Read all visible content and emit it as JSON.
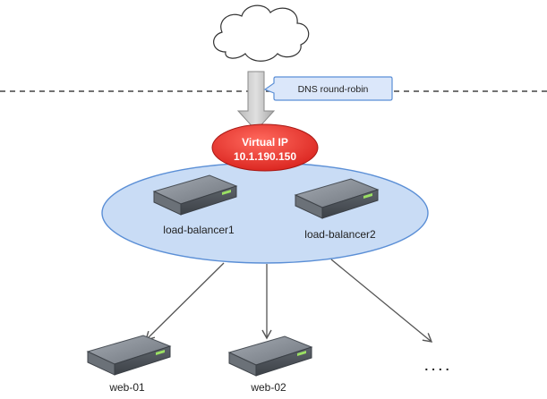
{
  "callout": {
    "text": "DNS round-robin"
  },
  "virtual_ip": {
    "title": "Virtual IP",
    "address": "10.1.190.150"
  },
  "load_balancers": [
    {
      "label": "load-balancer1"
    },
    {
      "label": "load-balancer2"
    }
  ],
  "web_servers": [
    {
      "label": "web-01"
    },
    {
      "label": "web-02"
    }
  ],
  "more_indicator": ". . . .",
  "icons": {
    "internet": "cloud-icon",
    "server": "server-icon"
  },
  "colors": {
    "virtual_ip_fill": "#e8302c",
    "cluster_fill": "#c9dcf5",
    "cluster_stroke": "#5b8fd6",
    "callout_fill": "#dbe7fa",
    "callout_stroke": "#5b8fd6",
    "arrow_gray": "#c8c8c8",
    "connector": "#555555",
    "server_top": "#8a9098",
    "server_front": "#4e545b"
  }
}
